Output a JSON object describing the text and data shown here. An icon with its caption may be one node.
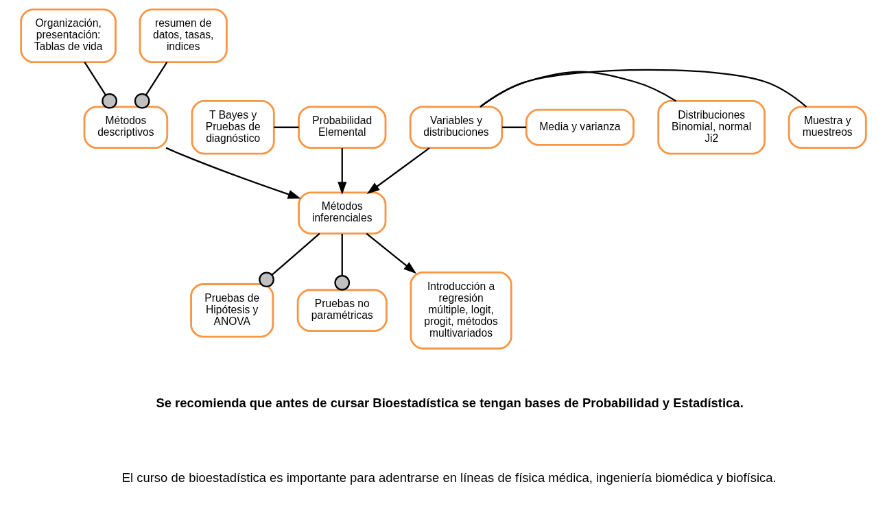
{
  "diagram": {
    "nodes": [
      {
        "text": [
          "Organización, presentación: Tablas de vida"
        ]
      },
      {
        "text": [
          "resumen de datos, tasas, indices"
        ]
      },
      {
        "text": [
          "Métodos descriptivos"
        ]
      },
      {
        "text": [
          "T Bayes y Pruebas de diagnóstico"
        ]
      },
      {
        "text": [
          "Probabilidad Elemental"
        ]
      },
      {
        "text": [
          "Variables y distribuciones"
        ]
      },
      {
        "text": [
          "Muestra y muestreos"
        ]
      },
      {
        "text": [
          "Distribuciones Binomial, normal Ji2"
        ]
      },
      {
        "text": [
          "Media y varianza"
        ]
      },
      {
        "text": [
          "Métodos  inferenciales"
        ]
      },
      {
        "text": [
          "Pruebas de Hipótesis y ANOVA"
        ]
      },
      {
        "text": [
          "Pruebas no paramétricas"
        ]
      },
      {
        "text": [
          "Introducción a regresión múltiple, logit, progit, métodos multivariados"
        ]
      }
    ],
    "edges": [
      {
        "from": 0,
        "to": 2,
        "arrow": "other"
      },
      {
        "from": 1,
        "to": 2,
        "arrow": "other"
      },
      {
        "from": 2,
        "to": 9,
        "arrow": "to"
      },
      {
        "from": 4,
        "to": 9,
        "arrow": "to"
      },
      {
        "from": 5,
        "to": 9,
        "arrow": "to"
      },
      {
        "from": 3,
        "to": 4,
        "arrow": "none"
      },
      {
        "from": 5,
        "to": 6,
        "arrow": "none"
      },
      {
        "from": 5,
        "to": 7,
        "arrow": "none"
      },
      {
        "from": 5,
        "to": 8,
        "arrow": "none"
      },
      {
        "from": 9,
        "to": 10,
        "arrow": "other"
      },
      {
        "from": 9,
        "to": 11,
        "arrow": "other"
      },
      {
        "from": 9,
        "to": 12,
        "arrow": "to"
      }
    ],
    "labels": [
      "Se recomienda que antes de cursar Bioestadística se tengan bases de Probabilidad y Estadística.",
      "El curso de bioestadística es importante para adentrarse en líneas de física médica, ingeniería biomédica y biofísica."
    ]
  }
}
